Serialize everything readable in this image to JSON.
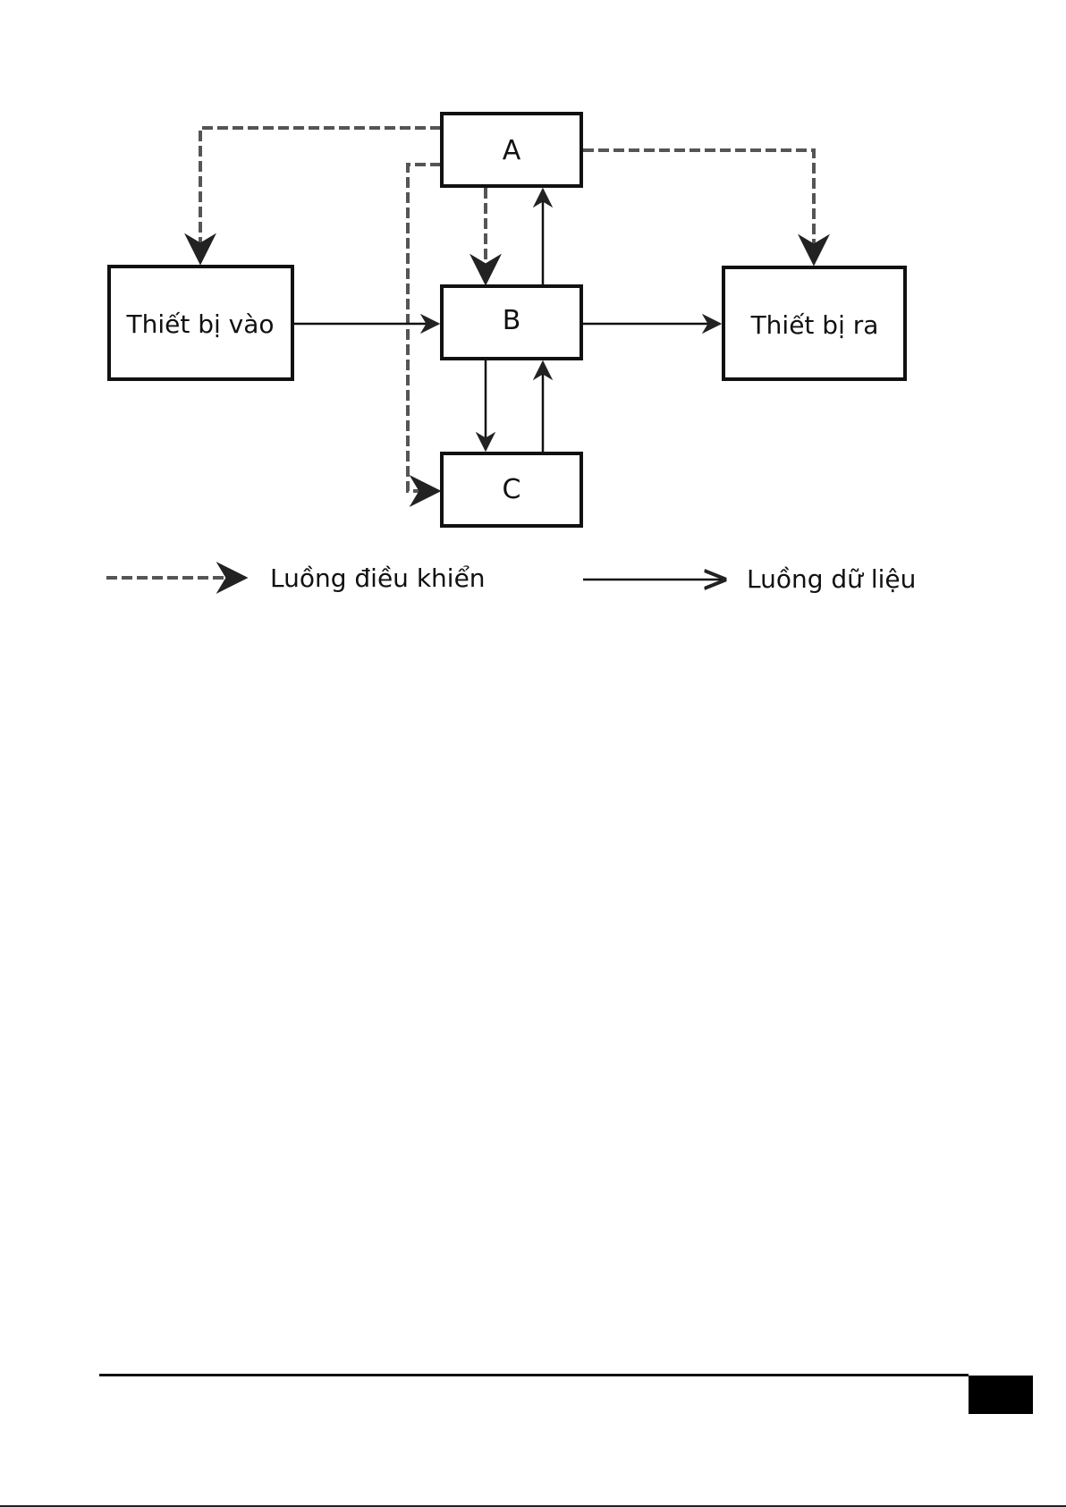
{
  "diagram": {
    "nodes": {
      "input_device": "Thiết bị vào",
      "a": "A",
      "b": "B",
      "c": "C",
      "output_device": "Thiết bị ra"
    },
    "edges": [
      {
        "from": "A",
        "to": "Thiết bị vào",
        "type": "control"
      },
      {
        "from": "A",
        "to": "B",
        "type": "control"
      },
      {
        "from": "A",
        "to": "C",
        "type": "control"
      },
      {
        "from": "A",
        "to": "Thiết bị ra",
        "type": "control"
      },
      {
        "from": "Thiết bị vào",
        "to": "B",
        "type": "data"
      },
      {
        "from": "B",
        "to": "Thiết bị ra",
        "type": "data"
      },
      {
        "from": "B",
        "to": "A",
        "type": "data"
      },
      {
        "from": "B",
        "to": "C",
        "type": "data"
      },
      {
        "from": "C",
        "to": "B",
        "type": "data"
      }
    ],
    "legend": {
      "control_flow": "Luồng điều khiển",
      "data_flow": "Luồng dữ liệu"
    },
    "colors": {
      "stroke": "#111111",
      "control_stroke": "#555555",
      "background": "#ffffff"
    }
  }
}
